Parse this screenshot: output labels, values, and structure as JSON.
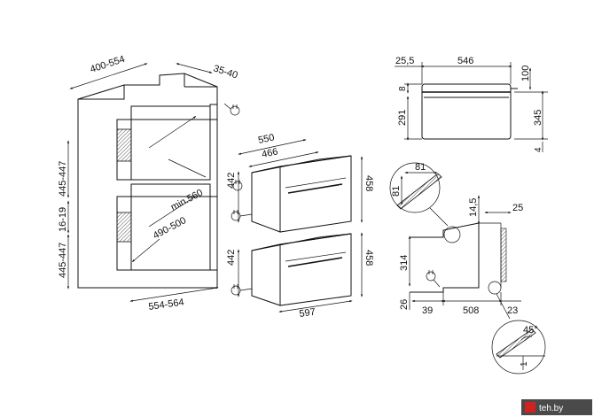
{
  "dims": {
    "cabinet_depth": "400-554",
    "rear_gap": "35-40",
    "height_top": "445-447",
    "gap_mid": "16-19",
    "height_bottom": "445-447",
    "inner_width": "554-564",
    "min_depth": "min.560",
    "opening_width": "490-500",
    "oven_depth_total": "550",
    "oven_depth_body": "466",
    "oven_h_front": "458",
    "oven_h_body": "442",
    "oven_width": "597",
    "top_offset": "25,5",
    "top_depth": "546",
    "top_h_right": "100",
    "side_gap_top": "8",
    "side_body": "291",
    "side_total": "345",
    "side_bottom": "4",
    "angle_a": "81",
    "angle_b": "81",
    "dim_14_5": "14,5",
    "dim_25": "25",
    "dim_314": "314",
    "dim_26": "26",
    "dim_39": "39",
    "dim_508": "508",
    "dim_23": "23",
    "angle_45": "45°",
    "dim_1": "1"
  },
  "watermark": "teh.by",
  "colors": {
    "line": "#111111",
    "wall_hatch": "#555555",
    "brand": "#d32020"
  },
  "icons": [
    "plug-icon",
    "plug-icon",
    "plug-icon",
    "plug-icon"
  ]
}
